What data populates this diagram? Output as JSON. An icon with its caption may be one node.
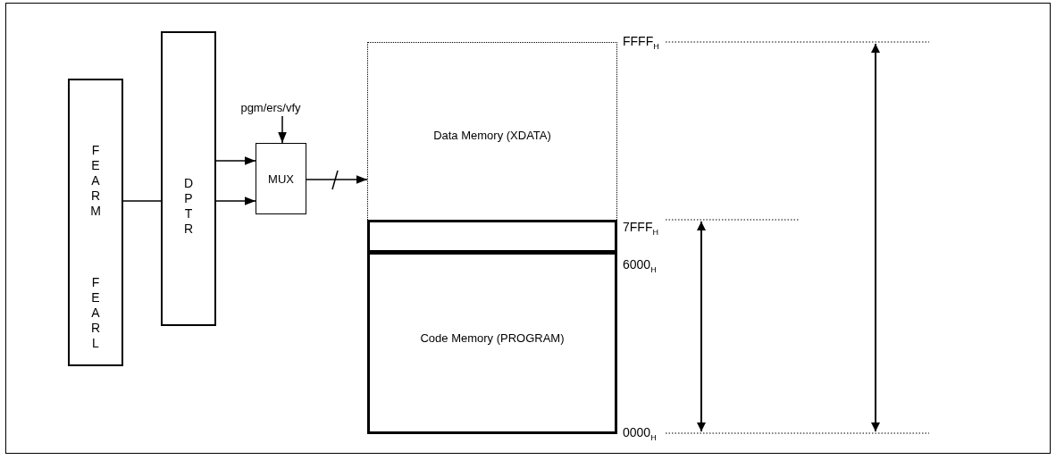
{
  "diagram": {
    "nodes": [
      {
        "text": [
          "F E A R M",
          "F E A R L"
        ]
      },
      {
        "text": [
          "D P T R"
        ]
      },
      {
        "text": [
          "MUX"
        ]
      },
      {
        "text": [
          "pgm/ers/vfy"
        ]
      },
      {
        "text": [
          "Data Memory (XDATA)"
        ]
      },
      {
        "text": [],
        "shape": "box"
      },
      {
        "text": [
          "Code Memory (PROGRAM)"
        ]
      }
    ],
    "edges": [
      {
        "from": 0,
        "to": 1,
        "arrow": "none"
      },
      {
        "from": 1,
        "to": 2,
        "arrow": "to"
      },
      {
        "from": 1,
        "to": 2,
        "arrow": "to"
      },
      {
        "from": 3,
        "to": 2,
        "arrow": "to"
      },
      {
        "from": 2,
        "to": 4,
        "arrow": "to"
      }
    ],
    "labels": [
      "FFFF$_{H}$",
      "7FFF$_{H}$",
      "6000$_{H}$",
      "0000$_{H}$"
    ]
  }
}
